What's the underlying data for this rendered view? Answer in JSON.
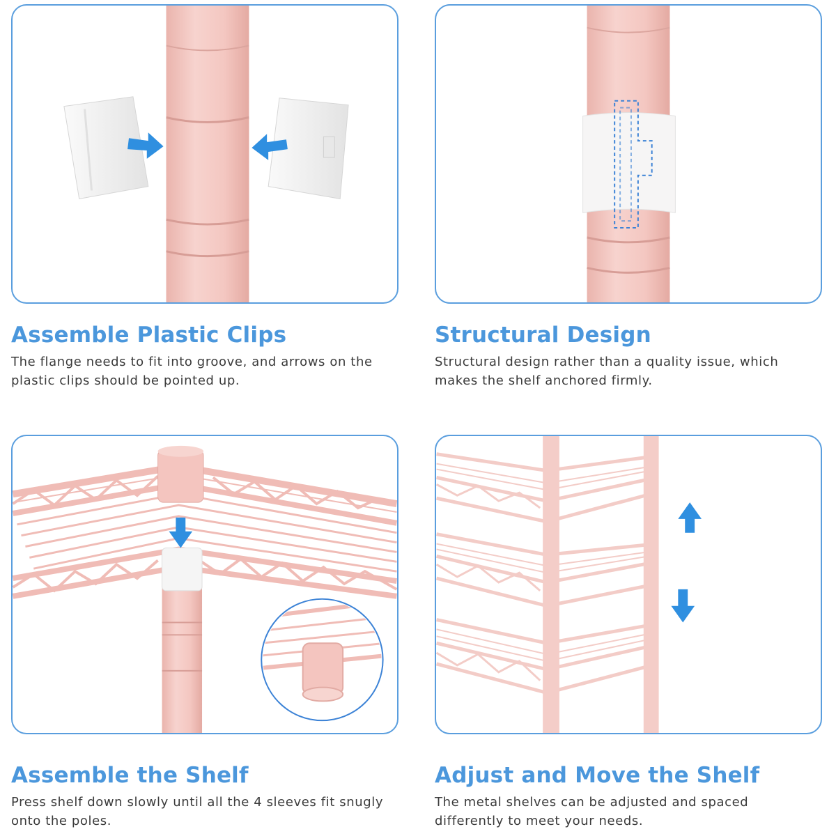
{
  "colors": {
    "accent_blue": "#4b97dc",
    "panel_border": "#5a9ede",
    "pole_pink": "#f3c6c0",
    "body_text": "#3b3b3b"
  },
  "panels": [
    {
      "title": "Assemble Plastic Clips",
      "description": "The flange needs to fit into groove, and arrows on the plastic clips should be pointed up."
    },
    {
      "title": "Structural Design",
      "description": "Structural design rather than a quality issue, which makes the shelf anchored firmly."
    },
    {
      "title": "Assemble the Shelf",
      "description": "Press shelf down slowly until all the 4 sleeves fit snugly onto the poles."
    },
    {
      "title": "Adjust and Move the Shelf",
      "description": "The metal shelves can be adjusted and spaced differently to meet your needs."
    }
  ]
}
